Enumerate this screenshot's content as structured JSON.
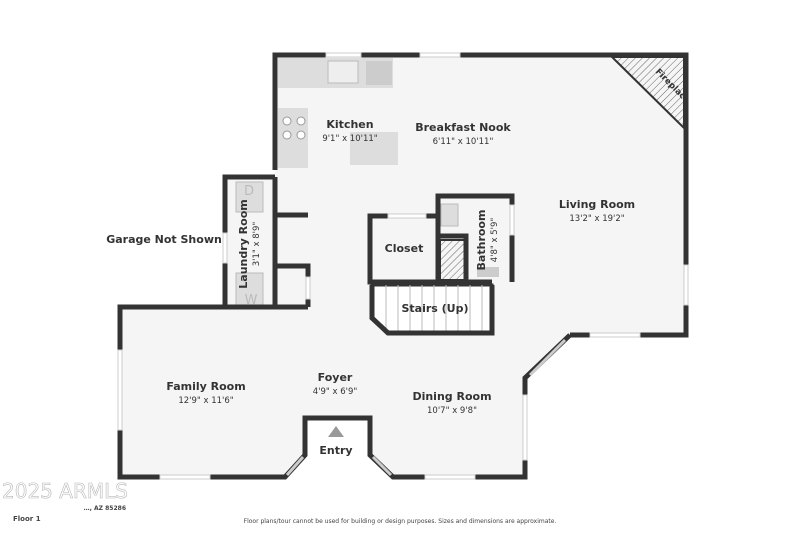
{
  "rooms": {
    "kitchen": {
      "name": "Kitchen",
      "dims": "9'1\" x 10'11\""
    },
    "breakfast_nook": {
      "name": "Breakfast Nook",
      "dims": "6'11\" x 10'11\""
    },
    "living_room": {
      "name": "Living Room",
      "dims": "13'2\" x 19'2\""
    },
    "laundry_room": {
      "name": "Laundry Room",
      "dims": "3'1\" x 8'9\""
    },
    "closet": {
      "name": "Closet"
    },
    "bathroom": {
      "name": "Bathroom",
      "dims": "4'8\" x 5'9\""
    },
    "stairs": {
      "name": "Stairs (Up)"
    },
    "family_room": {
      "name": "Family Room",
      "dims": "12'9\" x 11'6\""
    },
    "foyer": {
      "name": "Foyer",
      "dims": "4'9\" x 6'9\""
    },
    "dining_room": {
      "name": "Dining Room",
      "dims": "10'7\" x 9'8\""
    },
    "entry": {
      "name": "Entry"
    },
    "fireplace": {
      "name": "Fireplace"
    }
  },
  "garage_note": "Garage Not Shown",
  "appliances": {
    "dryer": "D",
    "washer": "W"
  },
  "footer": {
    "address": "…, AZ 85286",
    "floor": "Floor 1",
    "disclaimer": "Floor plans/tour cannot be used for building or design purposes. Sizes and dimensions are approximate.",
    "watermark": "2025 ARMLS"
  },
  "colors": {
    "wall": "#333333",
    "floor": "#f5f5f5",
    "fixture": "#dddddd"
  }
}
